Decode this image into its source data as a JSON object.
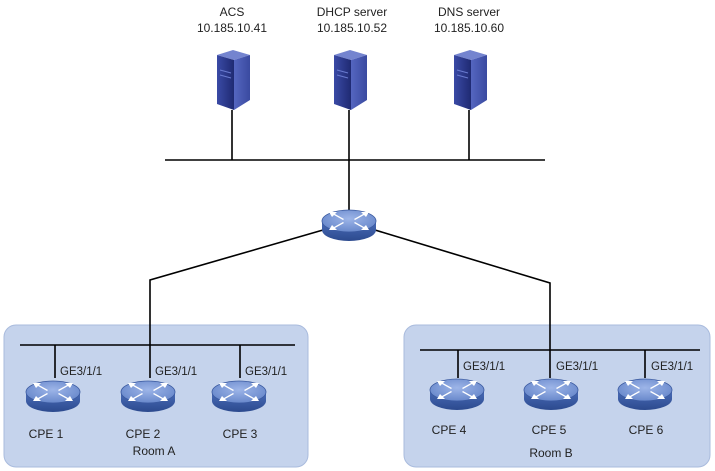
{
  "servers": [
    {
      "id": "acs",
      "name": "ACS",
      "ip": "10.185.10.41"
    },
    {
      "id": "dhcp",
      "name": "DHCP server",
      "ip": "10.185.10.52"
    },
    {
      "id": "dns",
      "name": "DNS server",
      "ip": "10.185.10.60"
    }
  ],
  "rooms": [
    {
      "id": "room-a",
      "name": "Room A",
      "cpes": [
        {
          "name": "CPE 1",
          "interface": "GE3/1/1"
        },
        {
          "name": "CPE 2",
          "interface": "GE3/1/1"
        },
        {
          "name": "CPE 3",
          "interface": "GE3/1/1"
        }
      ]
    },
    {
      "id": "room-b",
      "name": "Room B",
      "cpes": [
        {
          "name": "CPE 4",
          "interface": "GE3/1/1"
        },
        {
          "name": "CPE 5",
          "interface": "GE3/1/1"
        },
        {
          "name": "CPE 6",
          "interface": "GE3/1/1"
        }
      ]
    }
  ],
  "colors": {
    "room_fill": "#c5d3ec",
    "room_stroke": "#9fb2d6",
    "line": "#000000",
    "device_body": "#3d5fa8",
    "device_top": "#6f8fd0",
    "server_front": "#2e3c8c",
    "server_side": "#4a5bb0"
  }
}
